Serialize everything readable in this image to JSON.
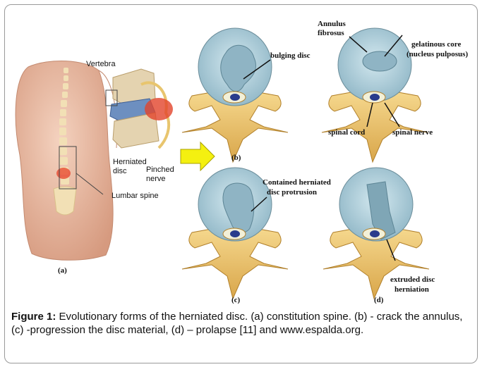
{
  "figure": {
    "panel_a_label": "(a)",
    "panel_b_label": "(b)",
    "panel_c_label": "(c)",
    "panel_d_label": "(d)",
    "labels_a": {
      "vertebra": "Vertebra",
      "herniated_disc_1": "Herniated",
      "herniated_disc_2": "disc",
      "pinched_nerve_1": "Pinched",
      "pinched_nerve_2": "nerve",
      "lumbar_spine": "Lumbar spine"
    },
    "labels_b": {
      "bulging_disc": "bulging disc"
    },
    "labels_top_right": {
      "annulus_1": "Annulus",
      "annulus_2": "fibrosus",
      "core_1": "gelatinous core",
      "core_2": "(nucleus pulposus)",
      "spinal_cord": "spinal cord",
      "spinal_nerve": "spinal nerve"
    },
    "labels_c": {
      "contained_1": "Contained herniated",
      "contained_2": "disc protrusion"
    },
    "labels_d": {
      "extruded_1": "extruded disc",
      "extruded_2": "herniation"
    }
  },
  "caption": {
    "title": "Figure 1:",
    "text": " Evolutionary forms of the herniated disc. (a) constitution spine. (b) - crack the annulus, (c) -progression the disc material, (d) – prolapse [11]  and www.espalda.org."
  },
  "colors": {
    "skin": "#e9b59a",
    "bone": "#e8c070",
    "disc": "#b9d6e0",
    "nucleus": "#8fb4c4",
    "nerve": "#2a3c8c",
    "arrow": "#f4f010"
  }
}
